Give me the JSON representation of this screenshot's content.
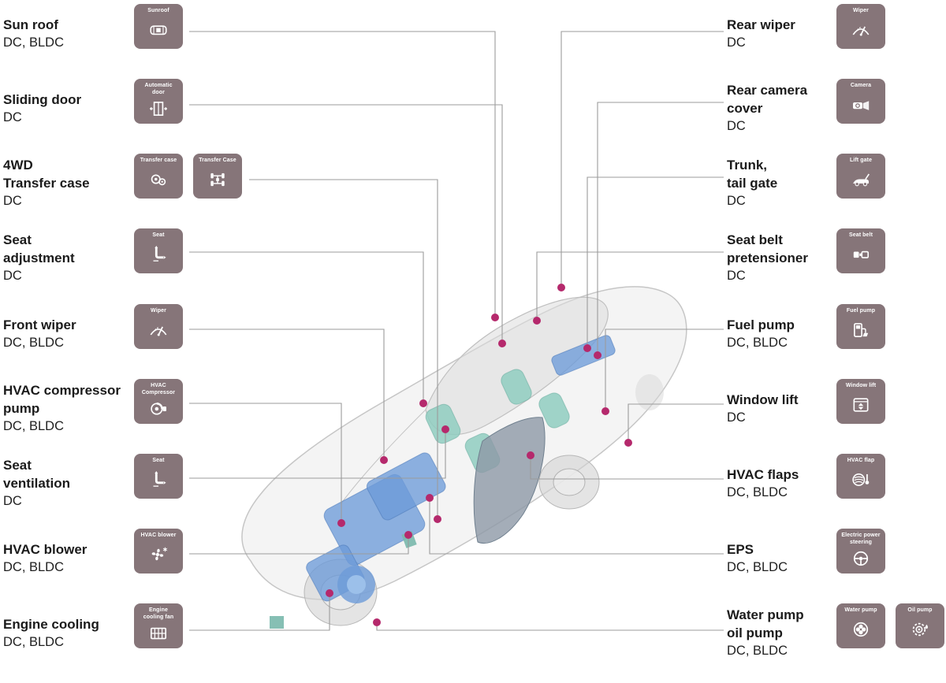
{
  "colors": {
    "icon_bg": "#867579",
    "dot": "#b5296c",
    "line": "#9b9b9b",
    "title": "#1b1b1b"
  },
  "left_items": [
    {
      "title": "Sun roof",
      "spec": "DC, BLDC",
      "icons": [
        {
          "name": "sunroof-icon",
          "label": "Sunroof"
        }
      ]
    },
    {
      "title": "Sliding door",
      "spec": "DC",
      "icons": [
        {
          "name": "automatic-door-icon",
          "label": "Automatic\ndoor"
        }
      ]
    },
    {
      "title": "4WD\nTransfer case",
      "spec": "DC",
      "icons": [
        {
          "name": "transfer-case-icon",
          "label": "Transfer case"
        },
        {
          "name": "transfer-case-4wd-icon",
          "label": "Transfer Case"
        }
      ]
    },
    {
      "title": "Seat\nadjustment",
      "spec": "DC",
      "icons": [
        {
          "name": "seat-adjustment-icon",
          "label": "Seat"
        }
      ]
    },
    {
      "title": "Front wiper",
      "spec": "DC, BLDC",
      "icons": [
        {
          "name": "front-wiper-icon",
          "label": "Wiper"
        }
      ]
    },
    {
      "title": "HVAC compressor\npump",
      "spec": "DC, BLDC",
      "icons": [
        {
          "name": "hvac-compressor-icon",
          "label": "HVAC\nCompressor"
        }
      ]
    },
    {
      "title": "Seat\nventilation",
      "spec": "DC",
      "icons": [
        {
          "name": "seat-ventilation-icon",
          "label": "Seat"
        }
      ]
    },
    {
      "title": "HVAC blower",
      "spec": "DC, BLDC",
      "icons": [
        {
          "name": "hvac-blower-icon",
          "label": "HVAC blower"
        }
      ]
    },
    {
      "title": "Engine cooling",
      "spec": "DC, BLDC",
      "icons": [
        {
          "name": "engine-cooling-fan-icon",
          "label": "Engine\ncooling fan"
        }
      ]
    }
  ],
  "right_items": [
    {
      "title": "Rear wiper",
      "spec": "DC",
      "icons": [
        {
          "name": "rear-wiper-icon",
          "label": "Wiper"
        }
      ]
    },
    {
      "title": "Rear camera\ncover",
      "spec": "DC",
      "icons": [
        {
          "name": "camera-icon",
          "label": "Camera"
        }
      ]
    },
    {
      "title": "Trunk,\ntail gate",
      "spec": "DC",
      "icons": [
        {
          "name": "lift-gate-icon",
          "label": "Lift gate"
        }
      ]
    },
    {
      "title": "Seat belt\npretensioner",
      "spec": "DC",
      "icons": [
        {
          "name": "seat-belt-icon",
          "label": "Seat belt"
        }
      ]
    },
    {
      "title": "Fuel pump",
      "spec": "DC, BLDC",
      "icons": [
        {
          "name": "fuel-pump-icon",
          "label": "Fuel pump"
        }
      ]
    },
    {
      "title": "Window lift",
      "spec": "DC",
      "icons": [
        {
          "name": "window-lift-icon",
          "label": "Window lift"
        }
      ]
    },
    {
      "title": "HVAC flaps",
      "spec": "DC, BLDC",
      "icons": [
        {
          "name": "hvac-flap-icon",
          "label": "HVAC flap"
        }
      ]
    },
    {
      "title": "EPS",
      "spec": "DC, BLDC",
      "icons": [
        {
          "name": "eps-icon",
          "label": "Electric power\nsteering"
        }
      ]
    },
    {
      "title": "Water pump\noil pump",
      "spec": "DC, BLDC",
      "icons": [
        {
          "name": "water-pump-icon",
          "label": "Water pump"
        },
        {
          "name": "oil-pump-icon",
          "label": "Oil pump"
        }
      ]
    }
  ]
}
